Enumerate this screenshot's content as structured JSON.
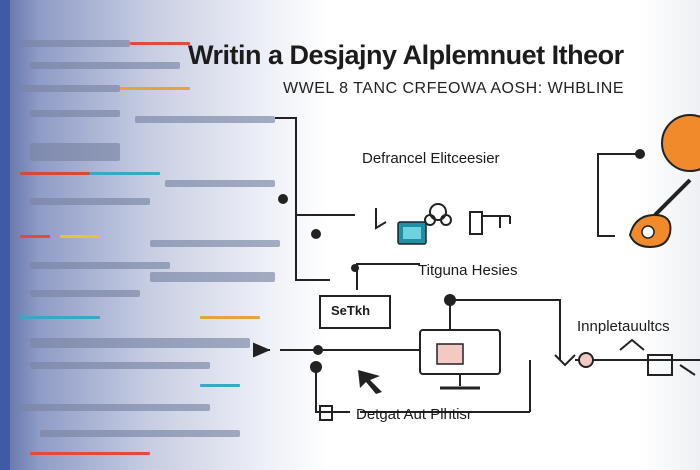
{
  "title": "Writin a Desjajny Alplemnuet Itheor",
  "subtitle": "WWEL 8 TANC CRFEOWA AOSH: WHBLINE",
  "labels": {
    "top_node": "Defrancel Elitceesier",
    "mid_node": "Titguna Hesies",
    "screen_box": "SeTkh",
    "right_node": "Innpletauultcs",
    "bottom_node": "Detgat Aut Plhtisr"
  },
  "colors": {
    "accent_orange": "#f08a2a",
    "wire": "#222222",
    "panel_blue": "#3f5aa6",
    "teal": "#1f8fa6"
  },
  "icons": [
    "monitor-icon",
    "hand-icon",
    "key-icon",
    "gear-icon",
    "display-icon",
    "paint-icon"
  ]
}
